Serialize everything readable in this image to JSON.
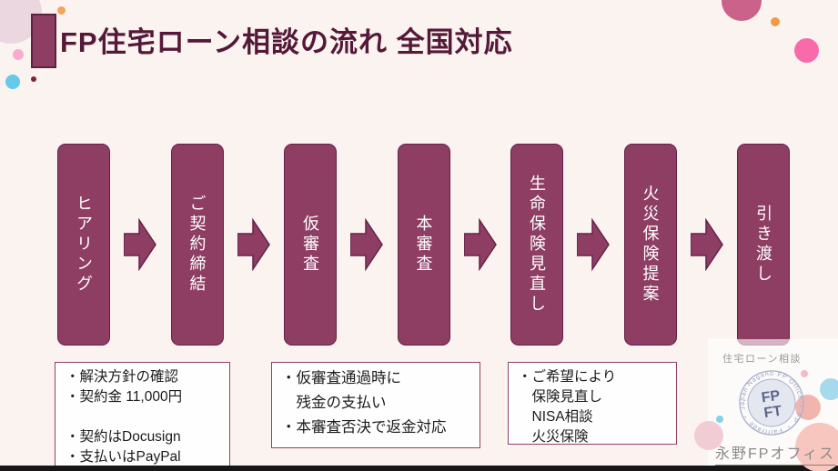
{
  "slide": {
    "title": "FP住宅ローン相談の流れ 全国対応"
  },
  "flow": {
    "steps": [
      "ヒアリング",
      "ご契約締結",
      "仮審査",
      "本審査",
      "生命保険見直し",
      "火災保険提案",
      "引き渡し"
    ]
  },
  "notes": {
    "contract": {
      "lines": [
        "・解決方針の確認",
        "・契約金 11,000円",
        "",
        "・契約はDocusign",
        "・支払いはPayPal"
      ]
    },
    "screening": {
      "lines": [
        "・仮審査通過時に",
        "　残金の支払い",
        "・本審査否決で返金対応"
      ]
    },
    "insurance": {
      "lines": [
        "・ご希望により",
        "　保険見直し",
        "　NISA相談",
        "　火災保険"
      ]
    }
  },
  "watermark": {
    "caption": "住宅ローン相談",
    "stamp": {
      "ring_text": "Nagano FP Office ・ FP ・ Fairtrade ・ Japan",
      "center_line1": "FP",
      "center_line2": "FT"
    },
    "company": "永野FPオフィス"
  },
  "colors": {
    "background": "#faf3ef",
    "step_fill": "#8e3e63",
    "step_border": "#632146",
    "title_text": "#551838",
    "note_border": "#8d4265",
    "stamp_blue": "#a9b2d2",
    "bottom_bar": "#161616"
  }
}
